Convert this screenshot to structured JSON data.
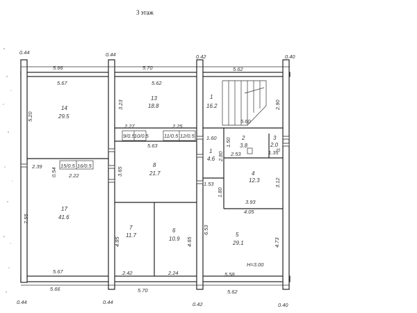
{
  "title": "3 этаж",
  "outer_dims": {
    "top": [
      "5.66",
      "5.70",
      "5.62"
    ],
    "bottom": [
      "5.66",
      "5.70",
      "5.62"
    ],
    "wall_top": [
      "0.44",
      "0.44",
      "0.42",
      "0.40"
    ],
    "wall_bottom": [
      "0.44",
      "0.42",
      "0.40"
    ],
    "corner_bottom_left": "0.44"
  },
  "rooms": [
    {
      "num": "1",
      "area": "16.2"
    },
    {
      "num": "1",
      "area": "4.6"
    },
    {
      "num": "2",
      "area": "3.8"
    },
    {
      "num": "3",
      "area": "2.0"
    },
    {
      "num": "4",
      "area": "12.3"
    },
    {
      "num": "5",
      "area": "29.1"
    },
    {
      "num": "6",
      "area": "10.9"
    },
    {
      "num": "7",
      "area": "11.7"
    },
    {
      "num": "8",
      "area": "21.7"
    },
    {
      "num": "13",
      "area": "18.8"
    },
    {
      "num": "14",
      "area": "29.5"
    },
    {
      "num": "17",
      "area": "41.6"
    }
  ],
  "small_rooms": [
    "9/0.5",
    "10/0.5",
    "11/0.5",
    "12/0.5",
    "15/0.5",
    "16/0.5"
  ],
  "dims": {
    "r14_w": "5.67",
    "r14_h": "5.20",
    "r13_w": "5.62",
    "r13_h": "3.23",
    "stair_h": "2.90",
    "stair_w": "5.60",
    "d227": "2.27",
    "d225": "2.25",
    "d563": "5.63",
    "d365": "3.65",
    "d160": "1.60",
    "d150": "1.50",
    "d280": "2.80",
    "d253": "2.53",
    "d135": "1.35",
    "d0": "0.",
    "d239": "2.39",
    "d054": "0.54",
    "d222": "2.22",
    "d153": "1.53",
    "d180": "1.80",
    "d312": "3.12",
    "d393": "3.93",
    "d405": "4.05",
    "d755": "7.55",
    "d485": "4.85",
    "d465": "4.65",
    "d653": "6.53",
    "d473": "4.73",
    "b567": "5.67",
    "b242": "2.42",
    "b224": "2.24",
    "b558": "5.58",
    "height": "H=3.00"
  }
}
